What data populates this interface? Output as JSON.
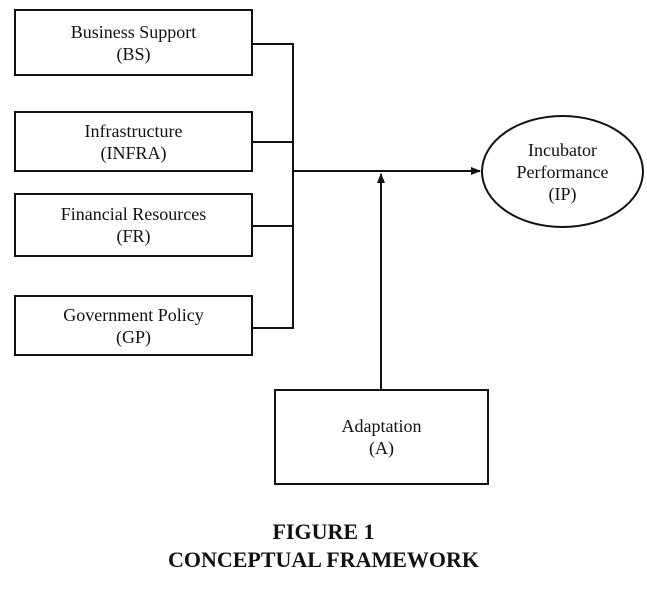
{
  "nodes": {
    "bs": {
      "label": "Business Support",
      "abbr": "(BS)"
    },
    "infra": {
      "label": "Infrastructure",
      "abbr": "(INFRA)"
    },
    "fr": {
      "label": "Financial Resources",
      "abbr": "(FR)"
    },
    "gp": {
      "label": "Government Policy",
      "abbr": "(GP)"
    },
    "a": {
      "label": "Adaptation",
      "abbr": "(A)"
    },
    "ip": {
      "line1": "Incubator",
      "line2": "Performance",
      "abbr": "(IP)"
    }
  },
  "caption": {
    "line1": "FIGURE 1",
    "line2": "CONCEPTUAL FRAMEWORK"
  }
}
